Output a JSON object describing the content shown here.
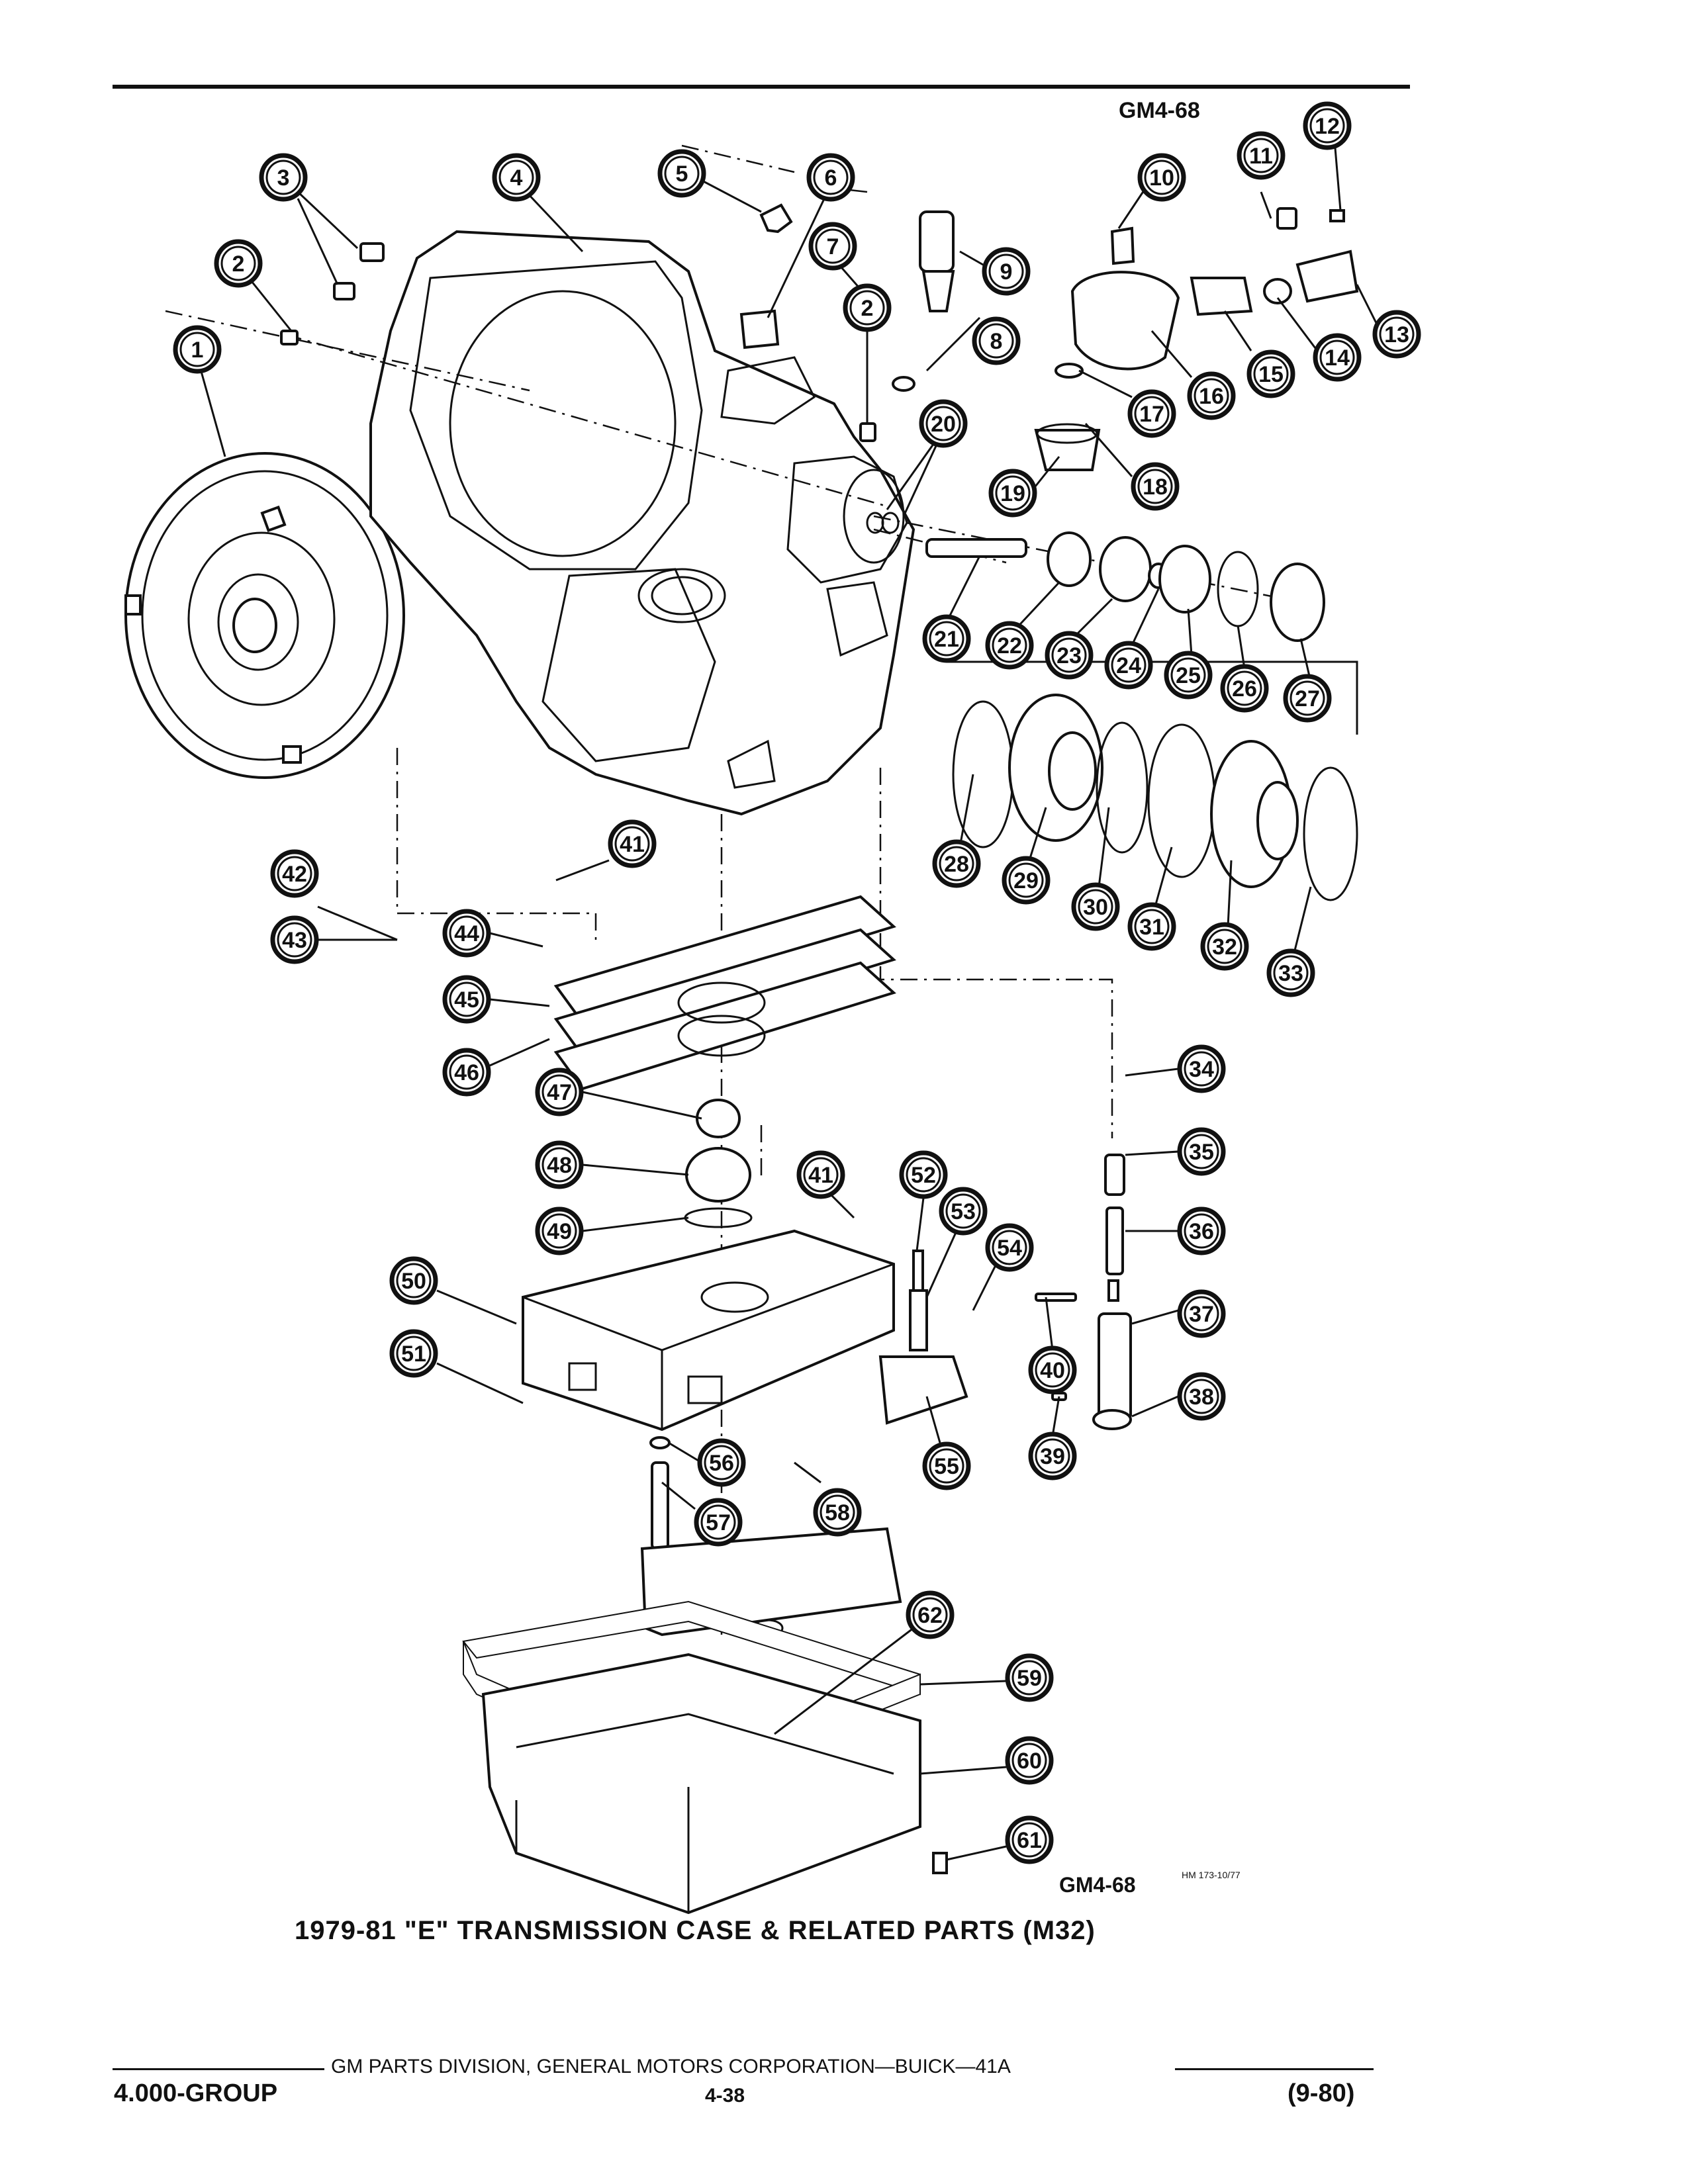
{
  "header": {
    "figure_code_top": "GM4-68"
  },
  "figure": {
    "title": "1979-81 \"E\" TRANSMISSION CASE & RELATED PARTS (M32)",
    "figure_code_bottom": "GM4-68",
    "artist_stamp": "HM 173-10/77"
  },
  "callouts": [
    {
      "number": "1"
    },
    {
      "number": "2"
    },
    {
      "number": "2"
    },
    {
      "number": "3"
    },
    {
      "number": "4"
    },
    {
      "number": "5"
    },
    {
      "number": "6"
    },
    {
      "number": "7"
    },
    {
      "number": "8"
    },
    {
      "number": "9"
    },
    {
      "number": "10"
    },
    {
      "number": "11"
    },
    {
      "number": "12"
    },
    {
      "number": "13"
    },
    {
      "number": "14"
    },
    {
      "number": "15"
    },
    {
      "number": "16"
    },
    {
      "number": "17"
    },
    {
      "number": "18"
    },
    {
      "number": "19"
    },
    {
      "number": "20"
    },
    {
      "number": "21"
    },
    {
      "number": "22"
    },
    {
      "number": "23"
    },
    {
      "number": "24"
    },
    {
      "number": "25"
    },
    {
      "number": "26"
    },
    {
      "number": "27"
    },
    {
      "number": "28"
    },
    {
      "number": "29"
    },
    {
      "number": "30"
    },
    {
      "number": "31"
    },
    {
      "number": "32"
    },
    {
      "number": "33"
    },
    {
      "number": "34"
    },
    {
      "number": "35"
    },
    {
      "number": "36"
    },
    {
      "number": "37"
    },
    {
      "number": "38"
    },
    {
      "number": "39"
    },
    {
      "number": "40"
    },
    {
      "number": "41"
    },
    {
      "number": "41"
    },
    {
      "number": "42"
    },
    {
      "number": "43"
    },
    {
      "number": "44"
    },
    {
      "number": "45"
    },
    {
      "number": "46"
    },
    {
      "number": "47"
    },
    {
      "number": "48"
    },
    {
      "number": "49"
    },
    {
      "number": "50"
    },
    {
      "number": "51"
    },
    {
      "number": "52"
    },
    {
      "number": "53"
    },
    {
      "number": "54"
    },
    {
      "number": "55"
    },
    {
      "number": "56"
    },
    {
      "number": "57"
    },
    {
      "number": "58"
    },
    {
      "number": "59"
    },
    {
      "number": "60"
    },
    {
      "number": "61"
    },
    {
      "number": "62"
    }
  ],
  "footer": {
    "publisher_line": "GM PARTS DIVISION, GENERAL MOTORS CORPORATION—BUICK—41A",
    "group": "4.000-GROUP",
    "page_number": "4-38",
    "date_code": "(9-80)"
  }
}
